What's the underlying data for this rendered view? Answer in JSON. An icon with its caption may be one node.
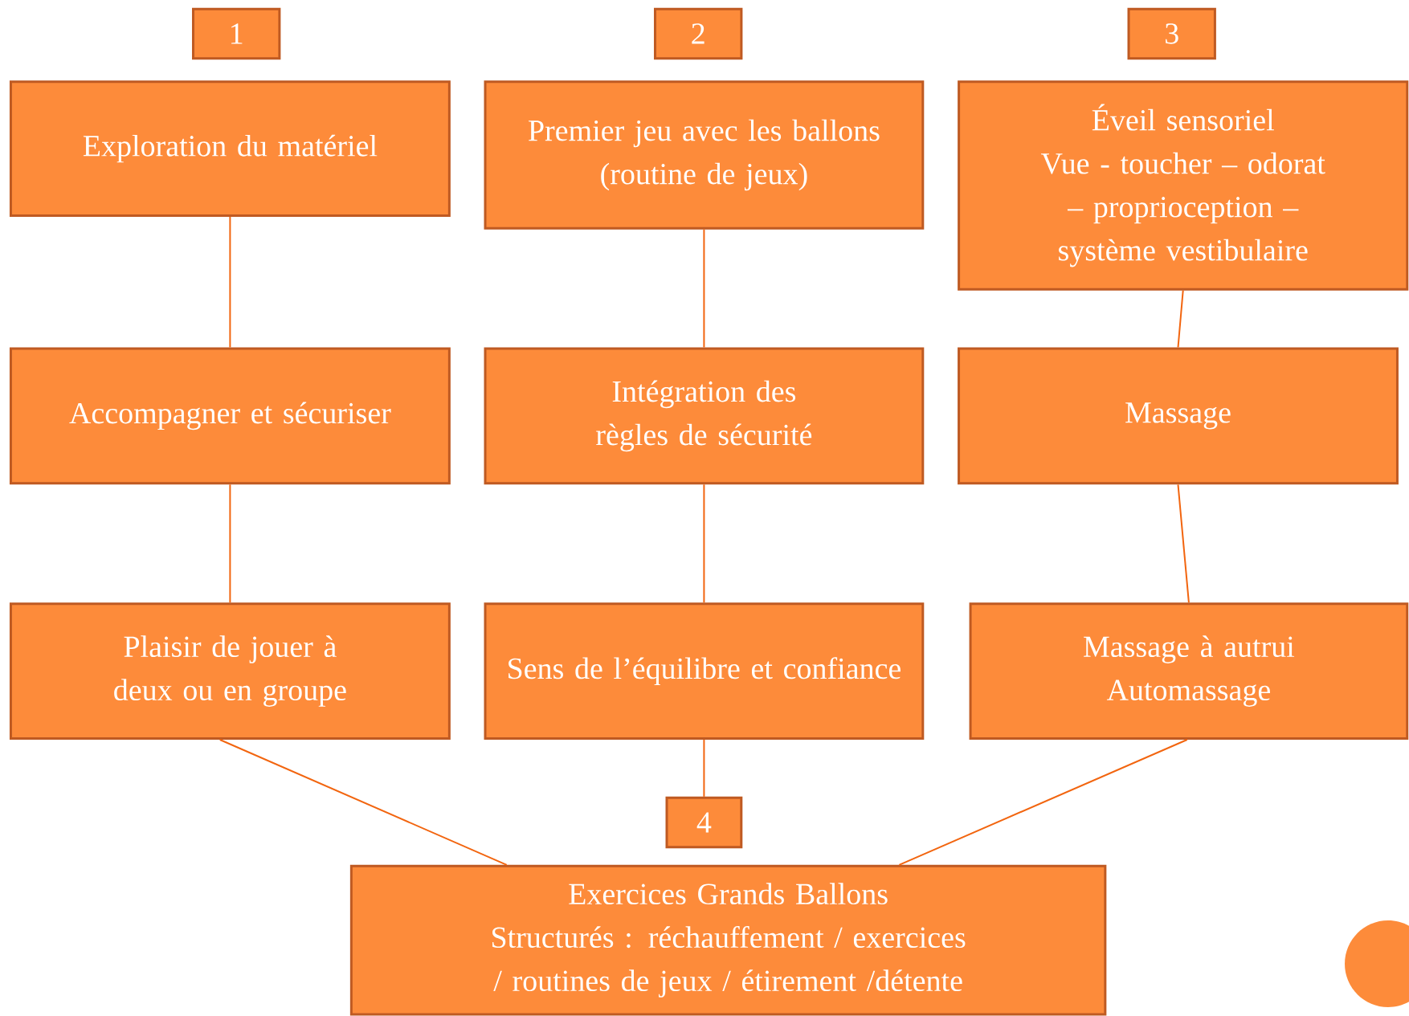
{
  "diagram": {
    "nodes": [
      {
        "text": [
          "1"
        ]
      },
      {
        "text": [
          "2"
        ]
      },
      {
        "text": [
          "3"
        ]
      },
      {
        "text": [
          "Exploration du matériel"
        ]
      },
      {
        "text": [
          "Premier jeu avec les ballons",
          "(routine de jeux)"
        ]
      },
      {
        "text": [
          "Éveil sensoriel",
          "Vue - toucher – odorat – proprioception – système vestibulaire"
        ]
      },
      {
        "text": [
          "Accompagner et sécuriser"
        ]
      },
      {
        "text": [
          "Intégration des règles de sécurité"
        ]
      },
      {
        "text": [
          "Massage"
        ]
      },
      {
        "text": [
          "Plaisir de jouer à deux ou en groupe"
        ]
      },
      {
        "text": [
          "Sens de l’équilibre et confiance"
        ]
      },
      {
        "text": [
          "Massage à autrui",
          "Automassage"
        ]
      },
      {
        "text": [
          "4"
        ]
      },
      {
        "text": [
          "Exercices  Grands Ballons",
          "Structurés : réchauffement / exercices / routines de jeux / étirement /détente"
        ]
      }
    ],
    "edges": [
      {
        "from": 3,
        "to": 6,
        "arrow": "none"
      },
      {
        "from": 6,
        "to": 9,
        "arrow": "none"
      },
      {
        "from": 4,
        "to": 7,
        "arrow": "none"
      },
      {
        "from": 7,
        "to": 10,
        "arrow": "none"
      },
      {
        "from": 5,
        "to": 8,
        "arrow": "none"
      },
      {
        "from": 8,
        "to": 11,
        "arrow": "none"
      },
      {
        "from": 9,
        "to": 13,
        "arrow": "none"
      },
      {
        "from": 10,
        "to": 12,
        "arrow": "none"
      },
      {
        "from": 11,
        "to": 13,
        "arrow": "none"
      }
    ]
  }
}
